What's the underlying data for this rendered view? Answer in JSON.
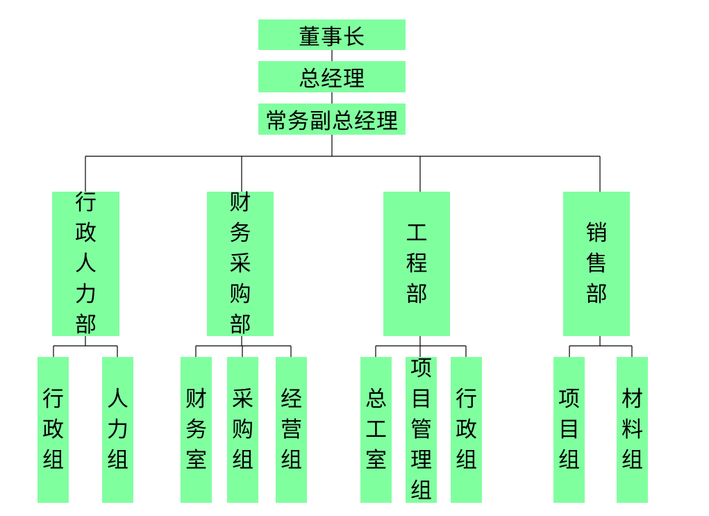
{
  "colors": {
    "box": "#80ff9f",
    "line": "#000000",
    "background": "#ffffff"
  },
  "top": {
    "chairman": "董事长",
    "gm": "总经理",
    "deputy_gm": "常务副总经理"
  },
  "departments": [
    {
      "name": "行政人力部",
      "groups": [
        "行政组",
        "人力组"
      ]
    },
    {
      "name": "财务采购部",
      "groups": [
        "财务室",
        "采购组",
        "经营组"
      ]
    },
    {
      "name": "工程部",
      "groups": [
        "总工室",
        "项目管理组",
        "行政组"
      ]
    },
    {
      "name": "销售部",
      "groups": [
        "项目组",
        "材料组"
      ]
    }
  ]
}
